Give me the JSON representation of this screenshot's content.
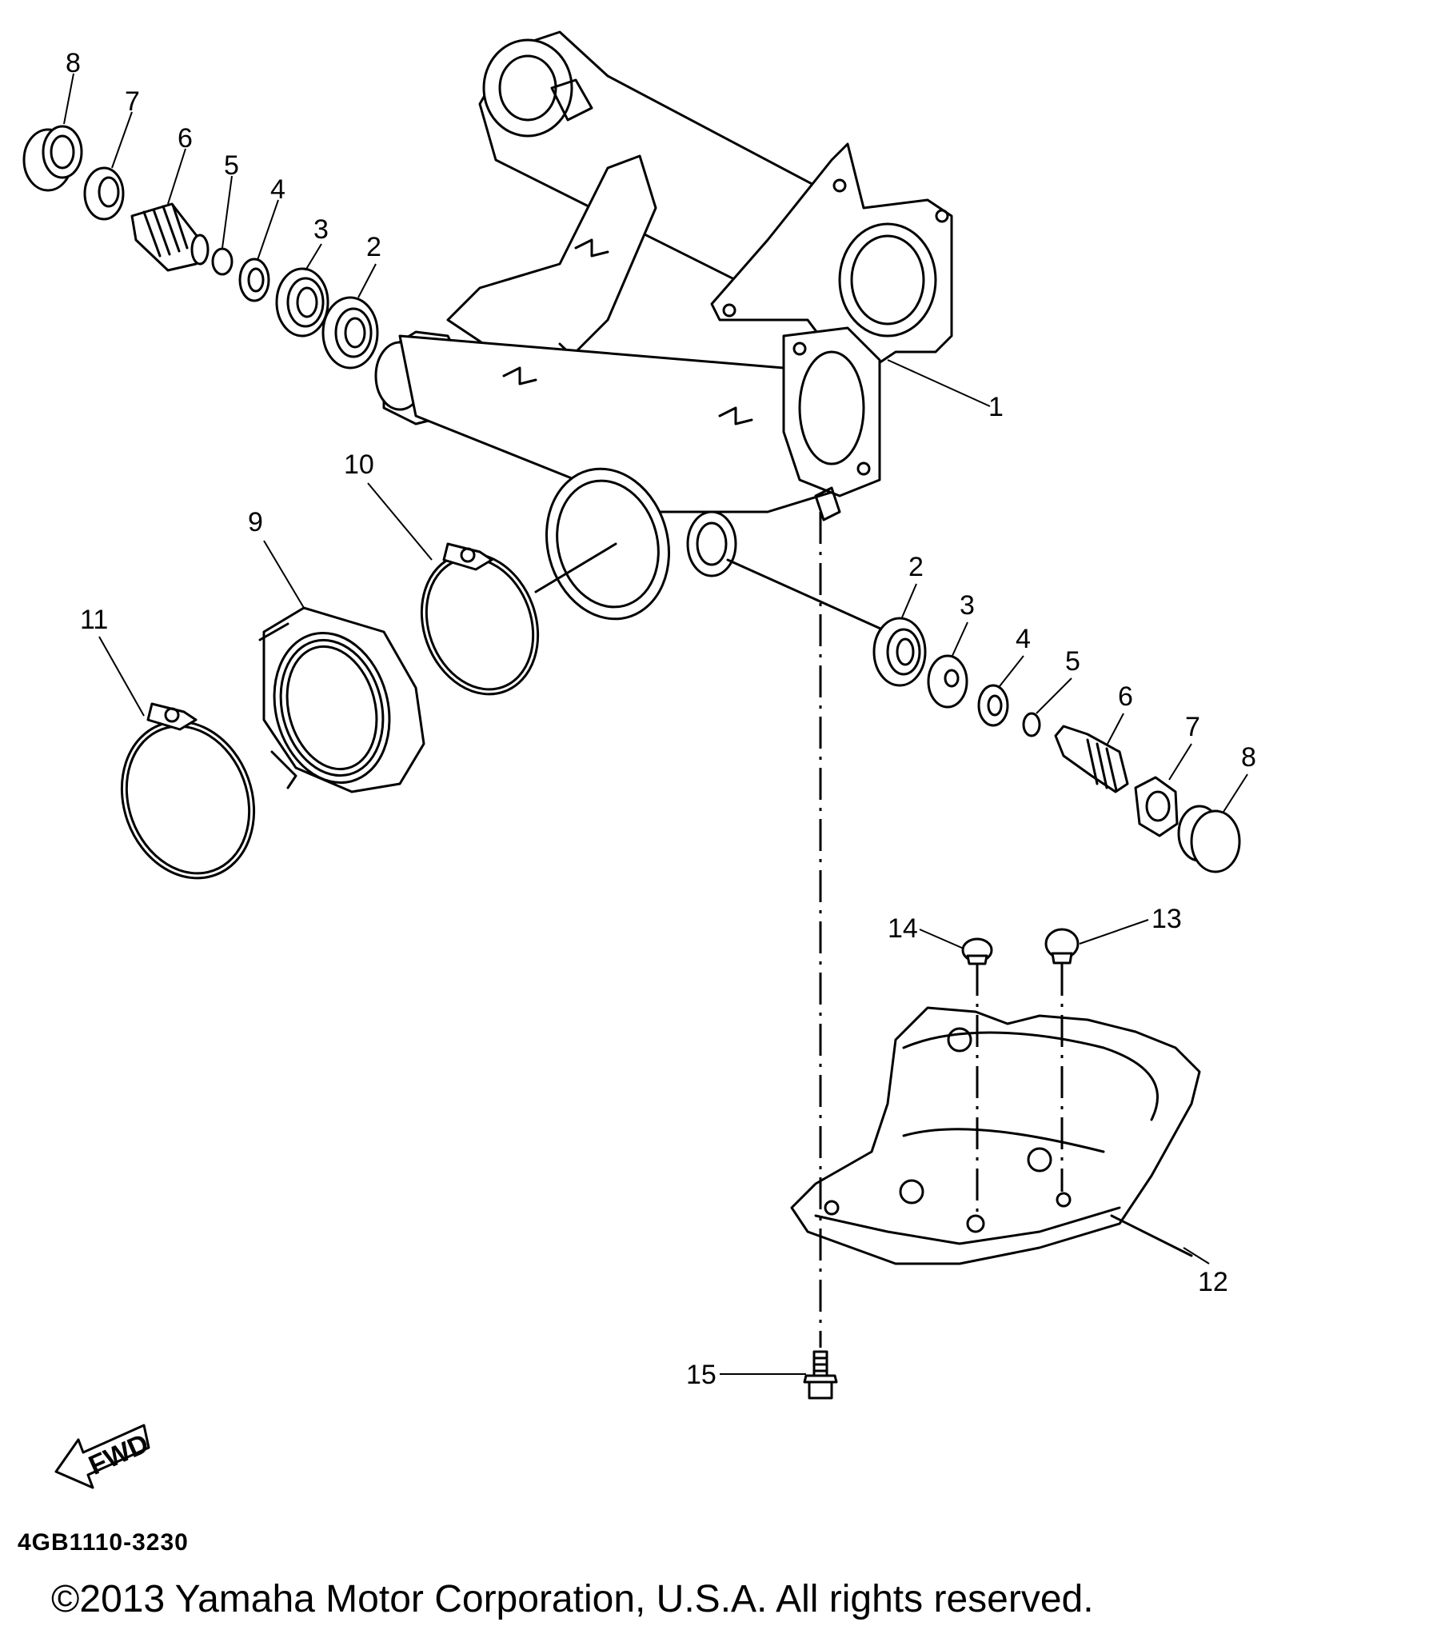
{
  "diagram": {
    "drawing_code": "4GB1110-3230",
    "copyright": "©2013 Yamaha Motor Corporation, U.S.A. All rights reserved.",
    "fwd_label": "FWD",
    "callouts": {
      "c1": "1",
      "c2a": "2",
      "c3a": "3",
      "c4a": "4",
      "c5a": "5",
      "c6a": "6",
      "c7a": "7",
      "c8a": "8",
      "c2b": "2",
      "c3b": "3",
      "c4b": "4",
      "c5b": "5",
      "c6b": "6",
      "c7b": "7",
      "c8b": "8",
      "c9": "9",
      "c10": "10",
      "c11": "11",
      "c12": "12",
      "c13": "13",
      "c14": "14",
      "c15": "15"
    }
  }
}
